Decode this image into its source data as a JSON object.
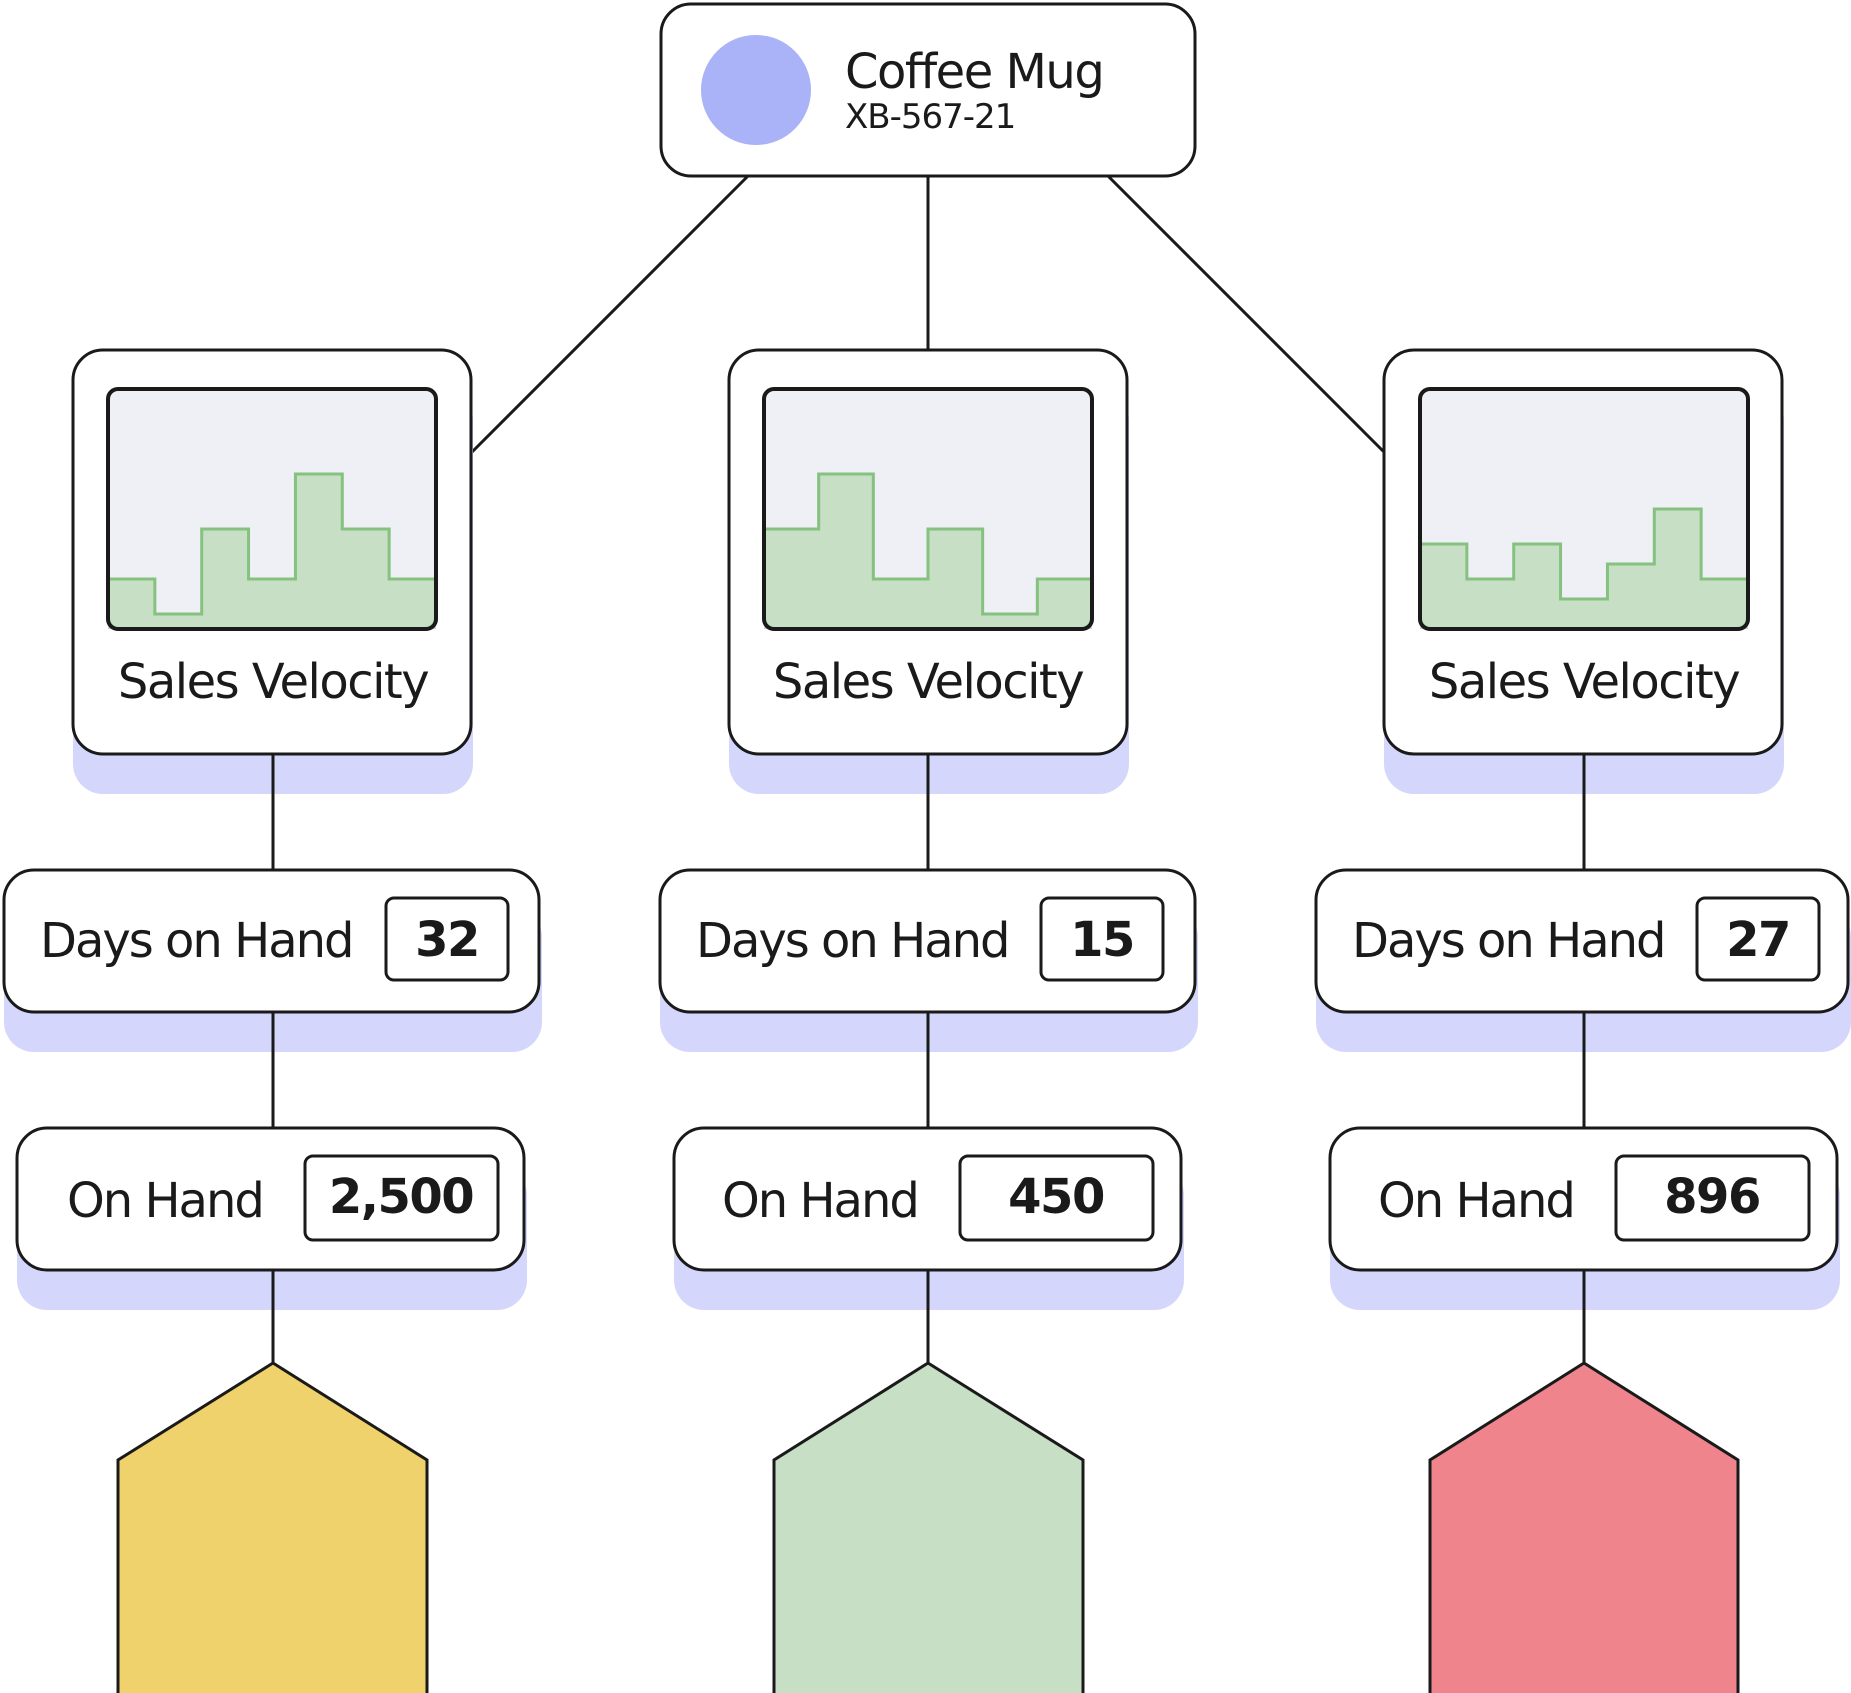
{
  "product": {
    "name": "Coffee Mug",
    "sku": "XB-567-21"
  },
  "colors": {
    "accent": "#aab2f8",
    "shadow": "#d4d7fb",
    "chart_bg": "#eff0f6",
    "chart_fill": "#c7dfc4",
    "chart_line": "#85c17f",
    "border": "#1a1a1a"
  },
  "branches": [
    {
      "velocity_label": "Sales Velocity",
      "velocity_steps": [
        0.5,
        0.15,
        1.0,
        0.5,
        1.55,
        1.0,
        0.5
      ],
      "days_label": "Days on Hand",
      "days_value": "32",
      "onhand_label": "On Hand",
      "onhand_value": "2,500",
      "house_color": "#efd26c"
    },
    {
      "velocity_label": "Sales Velocity",
      "velocity_steps": [
        1.0,
        1.55,
        0.5,
        1.0,
        0.15,
        0.5
      ],
      "days_label": "Days on Hand",
      "days_value": "15",
      "onhand_label": "On Hand",
      "onhand_value": "450",
      "house_color": "#c7dfc4"
    },
    {
      "velocity_label": "Sales Velocity",
      "velocity_steps": [
        0.85,
        0.5,
        0.85,
        0.3,
        0.65,
        1.2,
        0.5
      ],
      "days_label": "Days on Hand",
      "days_value": "27",
      "onhand_label": "On Hand",
      "onhand_value": "896",
      "house_color": "#ef848d"
    }
  ]
}
